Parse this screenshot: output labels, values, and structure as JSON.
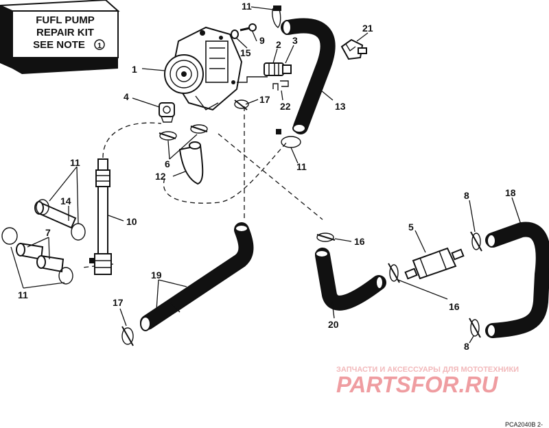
{
  "kit_box": {
    "line1": "FUFL PUMP",
    "line2": "REPAIR KIT",
    "line3": "SEE NOTE",
    "note_number": "1"
  },
  "callouts": {
    "c1": "1",
    "c2": "2",
    "c3": "3",
    "c4": "4",
    "c5": "5",
    "c6": "6",
    "c7": "7",
    "c8a": "8",
    "c8b": "8",
    "c9": "9",
    "c10": "10",
    "c11a": "11",
    "c11b": "11",
    "c11c": "11",
    "c11d": "11",
    "c12": "12",
    "c13": "13",
    "c14": "14",
    "c15": "15",
    "c16a": "16",
    "c16b": "16",
    "c17a": "17",
    "c17b": "17",
    "c18": "18",
    "c19": "19",
    "c20": "20",
    "c21": "21",
    "c22": "22"
  },
  "watermark": {
    "tagline": "ЗАПЧАСТИ И АКСЕССУАРЫ ДЛЯ МОТОТЕХНИКИ",
    "brand": "PARTSFOR.RU"
  },
  "figure_code": "PCA2040B 2-"
}
